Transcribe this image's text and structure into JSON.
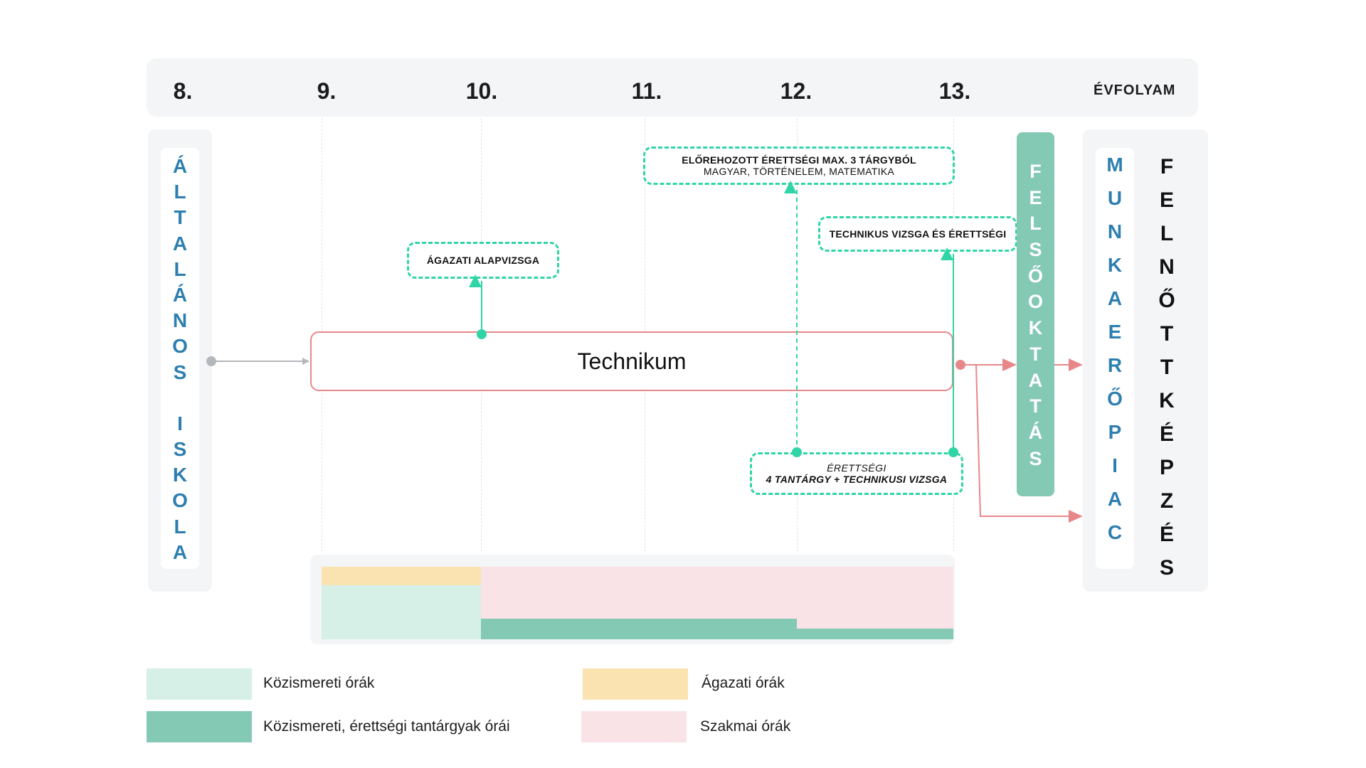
{
  "grades": [
    {
      "id": "g8",
      "label": "8."
    },
    {
      "id": "g9",
      "label": "9."
    },
    {
      "id": "g10",
      "label": "10."
    },
    {
      "id": "g11",
      "label": "11."
    },
    {
      "id": "g12",
      "label": "12."
    },
    {
      "id": "g13",
      "label": "13."
    }
  ],
  "grade_axis_label": "ÉVFOLYAM",
  "start": {
    "label": "ÁLTALÁNOS ISKOLA"
  },
  "main_box": {
    "label": "Technikum"
  },
  "exams": {
    "agazati": {
      "label": "ÁGAZATI ALAPVIZSGA"
    },
    "elorehozott": {
      "line1": "ELŐREHOZOTT ÉRETTSÉGI MAX. 3 TÁRGYBÓL",
      "line2": "MAGYAR, TÖRTÉNELEM, MATEMATIKA"
    },
    "technikus": {
      "label": "TECHNIKUS VIZSGA ÉS ÉRETTSÉGI"
    },
    "erettsegi": {
      "line1": "ÉRETTSÉGI",
      "line2": "4 TANTÁRGY + TECHNIKUSI VIZSGA"
    }
  },
  "outcomes": {
    "felsooktatas": "FELSŐOKTATÁS",
    "munkaeropiac": "MUNKAERŐPIAC",
    "felnottkepzes": "FELNŐTTKÉPZÉS"
  },
  "colors": {
    "kozismereti": "#d6f0e8",
    "kozismereti_erettsegi": "#84c9b4",
    "agazati": "#fbe3b1",
    "szakmai": "#f9e3e6",
    "route": "#e8878a",
    "exam_accent": "#2fd5a6",
    "label_blue": "#2e7fb0"
  },
  "hours_bands": [
    {
      "name": "agazati",
      "from_grade": "9.",
      "to_grade": "10.",
      "share": 0.25
    },
    {
      "name": "kozismereti",
      "from_grade": "9.",
      "to_grade": "10.",
      "share": 0.75
    },
    {
      "name": "szakmai",
      "from_grade": "10.",
      "to_grade": "12.",
      "share": 0.72
    },
    {
      "name": "kozismereti_erettsegi",
      "from_grade": "10.",
      "to_grade": "12.",
      "share": 0.28
    },
    {
      "name": "szakmai",
      "from_grade": "12.",
      "to_grade": "13.",
      "share": 0.85
    },
    {
      "name": "kozismereti_erettsegi",
      "from_grade": "12.",
      "to_grade": "13.",
      "share": 0.15
    }
  ],
  "legend": [
    {
      "key": "kozismereti",
      "label": "Közismereti órák"
    },
    {
      "key": "agazati",
      "label": "Ágazati órák"
    },
    {
      "key": "kozismereti_erettsegi",
      "label": "Közismereti, érettségi tantárgyak órái"
    },
    {
      "key": "szakmai",
      "label": "Szakmai órák"
    }
  ]
}
